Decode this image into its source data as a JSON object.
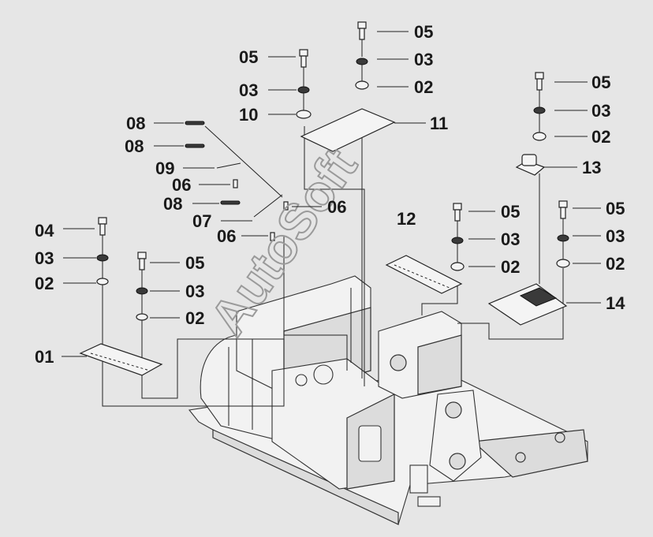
{
  "watermark": "AutoSoft",
  "callouts": [
    {
      "id": "c-05-a",
      "text": "05"
    },
    {
      "id": "c-03-a",
      "text": "03"
    },
    {
      "id": "c-02-a",
      "text": "02"
    },
    {
      "id": "c-05-b",
      "text": "05"
    },
    {
      "id": "c-03-b",
      "text": "03"
    },
    {
      "id": "c-10",
      "text": "10"
    },
    {
      "id": "c-11",
      "text": "11"
    },
    {
      "id": "c-08-a",
      "text": "08"
    },
    {
      "id": "c-08-b",
      "text": "08"
    },
    {
      "id": "c-09",
      "text": "09"
    },
    {
      "id": "c-06-a",
      "text": "06"
    },
    {
      "id": "c-06-b",
      "text": "06"
    },
    {
      "id": "c-08-c",
      "text": "08"
    },
    {
      "id": "c-07",
      "text": "07"
    },
    {
      "id": "c-06-c",
      "text": "06"
    },
    {
      "id": "c-05-c",
      "text": "05"
    },
    {
      "id": "c-03-c",
      "text": "03"
    },
    {
      "id": "c-02-c",
      "text": "02"
    },
    {
      "id": "c-13",
      "text": "13"
    },
    {
      "id": "c-12",
      "text": "12"
    },
    {
      "id": "c-05-d",
      "text": "05"
    },
    {
      "id": "c-03-d",
      "text": "03"
    },
    {
      "id": "c-02-d",
      "text": "02"
    },
    {
      "id": "c-05-e",
      "text": "05"
    },
    {
      "id": "c-03-e",
      "text": "03"
    },
    {
      "id": "c-02-e",
      "text": "02"
    },
    {
      "id": "c-14",
      "text": "14"
    },
    {
      "id": "c-04",
      "text": "04"
    },
    {
      "id": "c-03-f",
      "text": "03"
    },
    {
      "id": "c-02-f",
      "text": "02"
    },
    {
      "id": "c-05-f",
      "text": "05"
    },
    {
      "id": "c-03-g",
      "text": "03"
    },
    {
      "id": "c-02-g",
      "text": "02"
    },
    {
      "id": "c-01",
      "text": "01"
    }
  ]
}
